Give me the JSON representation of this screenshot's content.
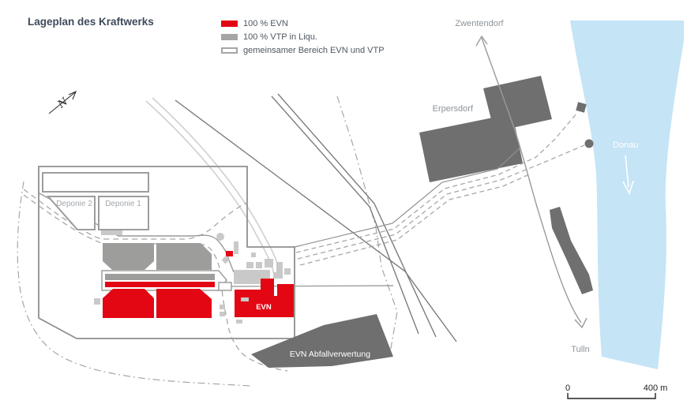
{
  "title": "Lageplan des Kraftwerks",
  "legend": {
    "items": [
      {
        "label": "100 % EVN",
        "swatch": "red-fill"
      },
      {
        "label": "100 % VTP in Liqu.",
        "swatch": "gray-fill"
      },
      {
        "label": "gemeinsamer Bereich EVN und VTP",
        "swatch": "outline"
      }
    ]
  },
  "map_labels": {
    "north": "N",
    "zwentendorf": "Zwentendorf",
    "erpersdorf": "Erpersdorf",
    "donau": "Donau",
    "tulln": "Tulln",
    "deponie2": "Deponie 2",
    "deponie1": "Deponie 1",
    "evn_building": "EVN",
    "abfallverwertung": "EVN Abfallverwertung"
  },
  "scale_bar": {
    "start_label": "0",
    "end_label": "400 m"
  },
  "colors": {
    "evn_red": "#e30613",
    "vtp_gray": "#9d9d9c",
    "dark_gray": "#706f6f",
    "light_gray": "#c9c9c9",
    "outline_gray": "#9d9d9c",
    "boundary_gray": "#8f8f8f",
    "river_blue": "#c5e4f6",
    "title_color": "#3e4a5a",
    "legend_text": "#4e5760",
    "label_gray": "#8e9499",
    "line_gray": "#7c7c7c",
    "dash_gray": "#a7a7a7",
    "light_rail": "#cfcfcf",
    "scale_color": "#222222"
  }
}
